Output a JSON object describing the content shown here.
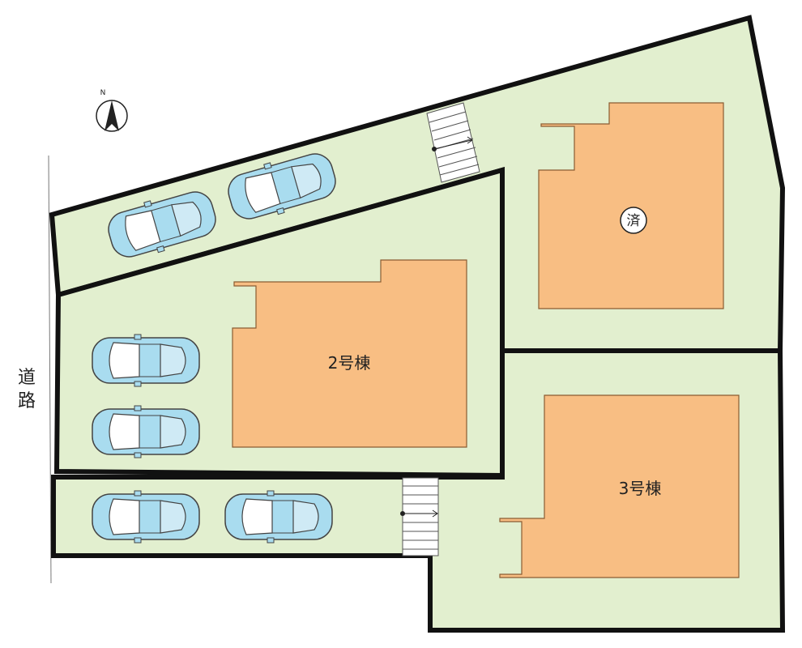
{
  "road": {
    "label_top": "道",
    "label_bottom": "路"
  },
  "compass": {
    "north_label": "N"
  },
  "buildings": {
    "building_2": {
      "label": "2号棟"
    },
    "building_3": {
      "label": "3号棟"
    },
    "building_sold": {
      "badge": "済"
    }
  },
  "parking": {
    "car_count": 6
  },
  "colors": {
    "lot_fill": "#e2efcf",
    "building_fill": "#f8be83",
    "lot_border": "#111111",
    "car_body": "#a9dcef"
  }
}
